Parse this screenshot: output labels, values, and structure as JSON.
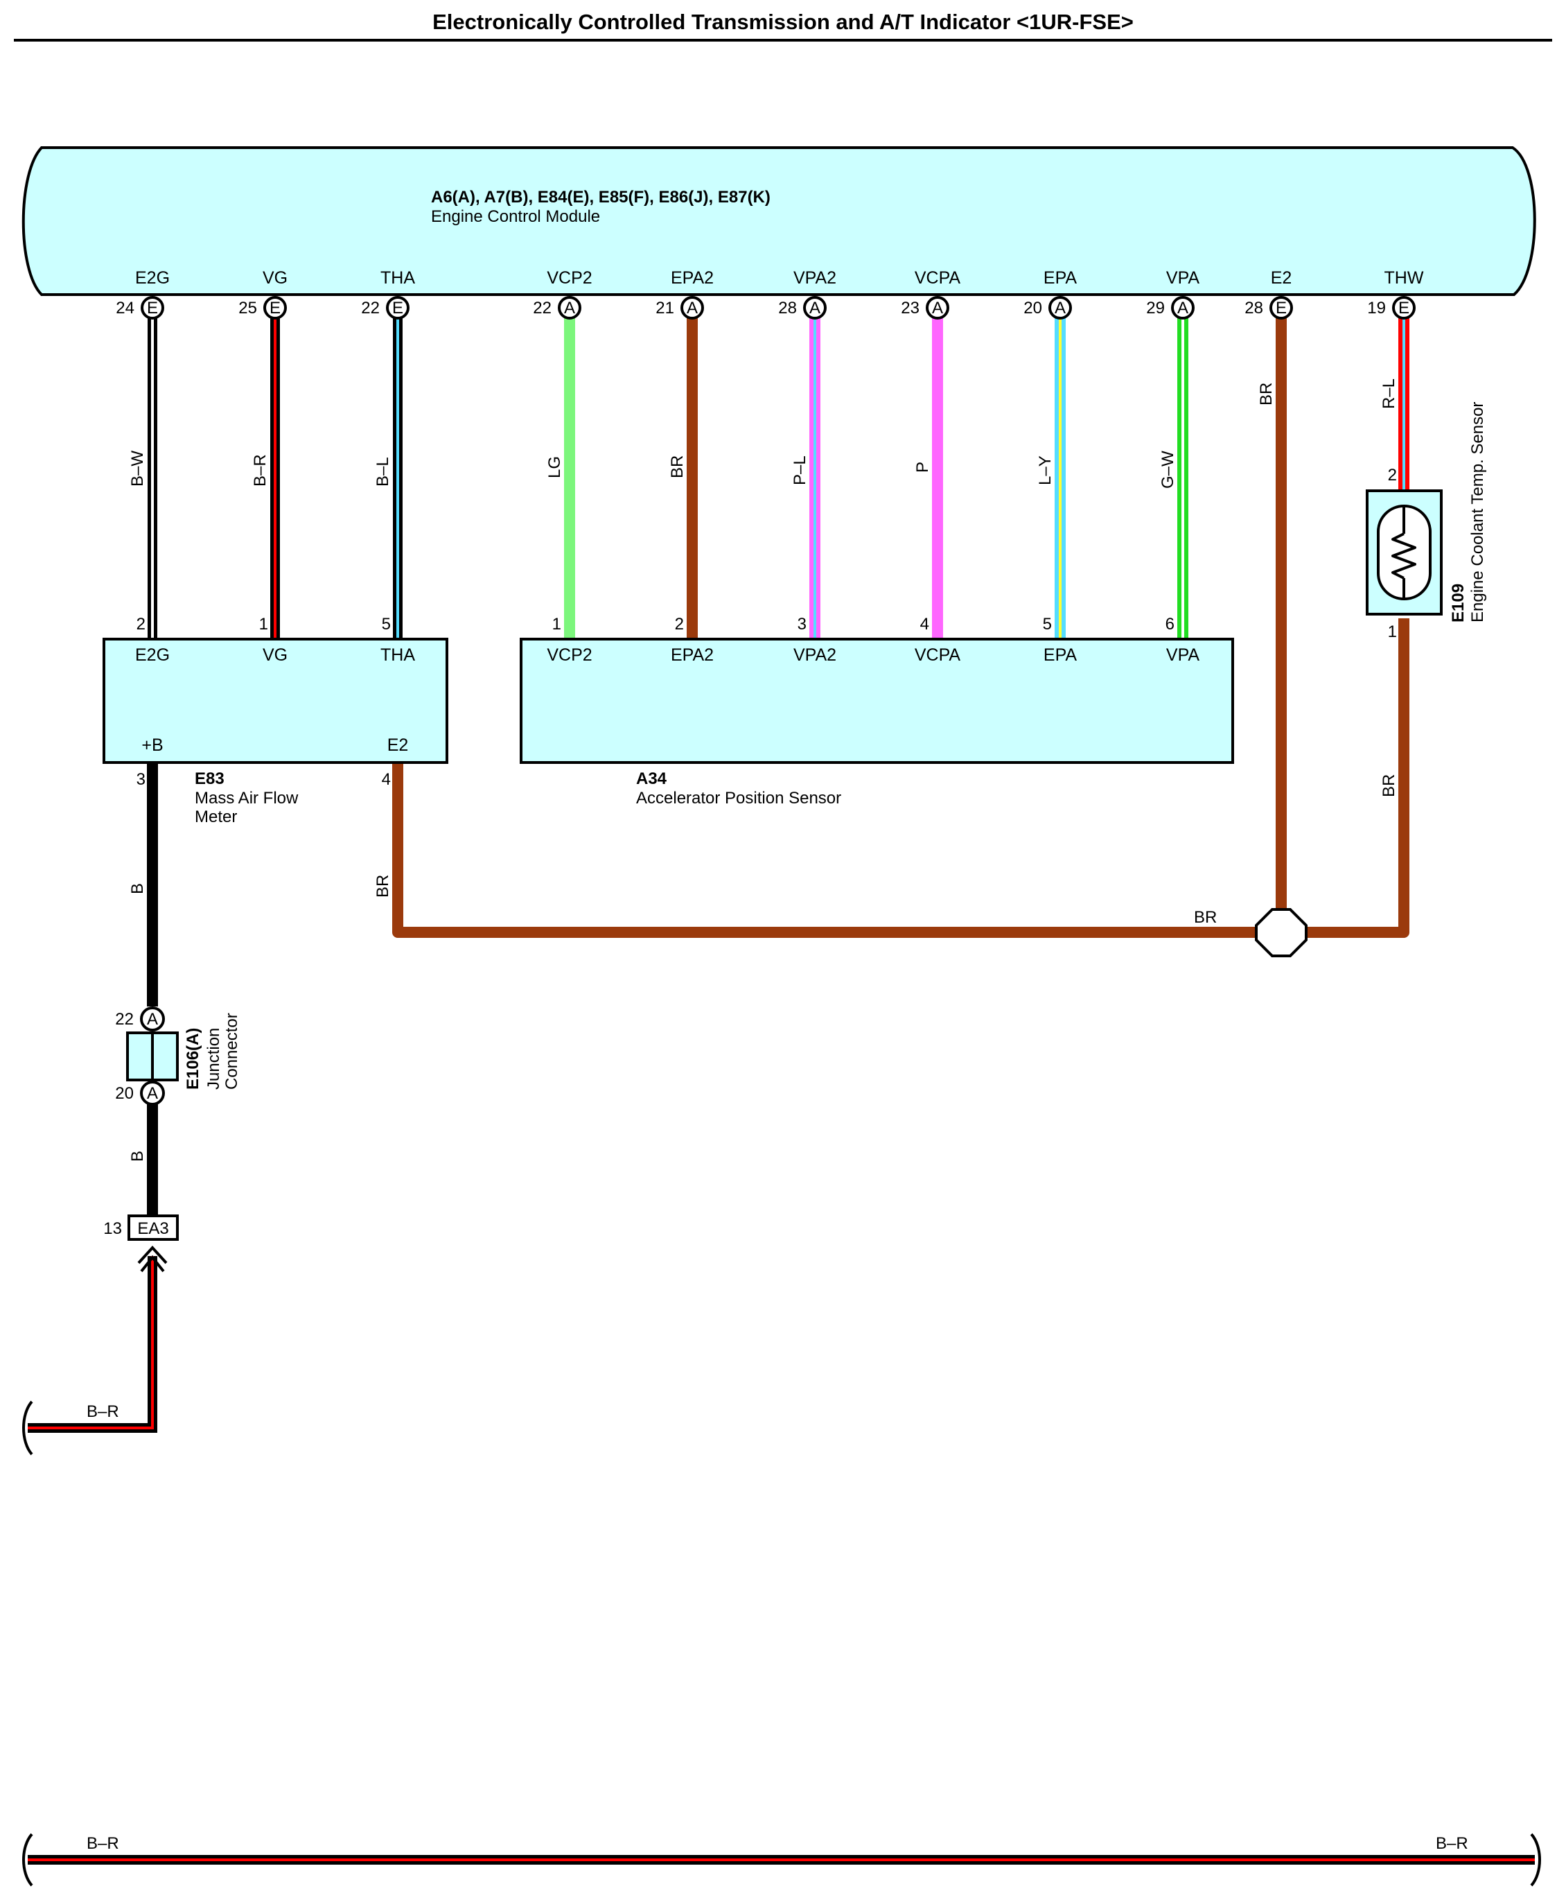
{
  "title": "Electronically Controlled Transmission and A/T Indicator <1UR-FSE>",
  "ecm": {
    "connectors": "A6(A), A7(B), E84(E), E85(F), E86(J), E87(K)",
    "name": "Engine Control Module",
    "pins": [
      {
        "terminal": "E2G",
        "num": "24",
        "conn": "E",
        "wire": "B–W"
      },
      {
        "terminal": "VG",
        "num": "25",
        "conn": "E",
        "wire": "B–R"
      },
      {
        "terminal": "THA",
        "num": "22",
        "conn": "E",
        "wire": "B–L"
      },
      {
        "terminal": "VCP2",
        "num": "22",
        "conn": "A",
        "wire": "LG"
      },
      {
        "terminal": "EPA2",
        "num": "21",
        "conn": "A",
        "wire": "BR"
      },
      {
        "terminal": "VPA2",
        "num": "28",
        "conn": "A",
        "wire": "P–L"
      },
      {
        "terminal": "VCPA",
        "num": "23",
        "conn": "A",
        "wire": "P"
      },
      {
        "terminal": "EPA",
        "num": "20",
        "conn": "A",
        "wire": "L–Y"
      },
      {
        "terminal": "VPA",
        "num": "29",
        "conn": "A",
        "wire": "G–W"
      },
      {
        "terminal": "E2",
        "num": "28",
        "conn": "E",
        "wire": "BR"
      },
      {
        "terminal": "THW",
        "num": "19",
        "conn": "E",
        "wire": "R–L"
      }
    ]
  },
  "mass_air_flow": {
    "code": "E83",
    "name_line1": "Mass Air Flow",
    "name_line2": "Meter",
    "pins": [
      {
        "terminal": "E2G",
        "num": "2"
      },
      {
        "terminal": "VG",
        "num": "1"
      },
      {
        "terminal": "THA",
        "num": "5"
      },
      {
        "terminal": "+B",
        "num": "3"
      },
      {
        "terminal": "E2",
        "num": "4"
      }
    ]
  },
  "accel_sensor": {
    "code": "A34",
    "name": "Accelerator Position Sensor",
    "pins": [
      {
        "terminal": "VCP2",
        "num": "1"
      },
      {
        "terminal": "EPA2",
        "num": "2"
      },
      {
        "terminal": "VPA2",
        "num": "3"
      },
      {
        "terminal": "VCPA",
        "num": "4"
      },
      {
        "terminal": "EPA",
        "num": "5"
      },
      {
        "terminal": "VPA",
        "num": "6"
      }
    ]
  },
  "coolant_sensor": {
    "code": "E109",
    "name": "Engine Coolant Temp.  Sensor",
    "pin_top": "2",
    "pin_bottom": "1",
    "wire_bottom": "BR"
  },
  "junction_connector": {
    "code": "E106(A)",
    "name_line1": "Junction",
    "name_line2": "Connector",
    "pin_top": "22",
    "pin_bottom": "20",
    "conn": "A"
  },
  "ea3": {
    "label": "EA3",
    "num": "13"
  },
  "wires": {
    "plus_b_upper": "B",
    "plus_b_lower": "B",
    "e2_maf": "BR",
    "ground_bus": "BR",
    "bottom_left_feed": "B–R",
    "bottom_bus_left": "B–R",
    "bottom_bus_right": "B–R"
  },
  "colors": {
    "module_fill": "#ccffff",
    "brown": "#9b3a0c",
    "black": "#000000",
    "red": "#ff0000",
    "light_blue": "#55ddff",
    "light_green": "#7cf67c",
    "pink": "#ff66ff",
    "yellow": "#ffff33",
    "green": "#22dd22"
  }
}
